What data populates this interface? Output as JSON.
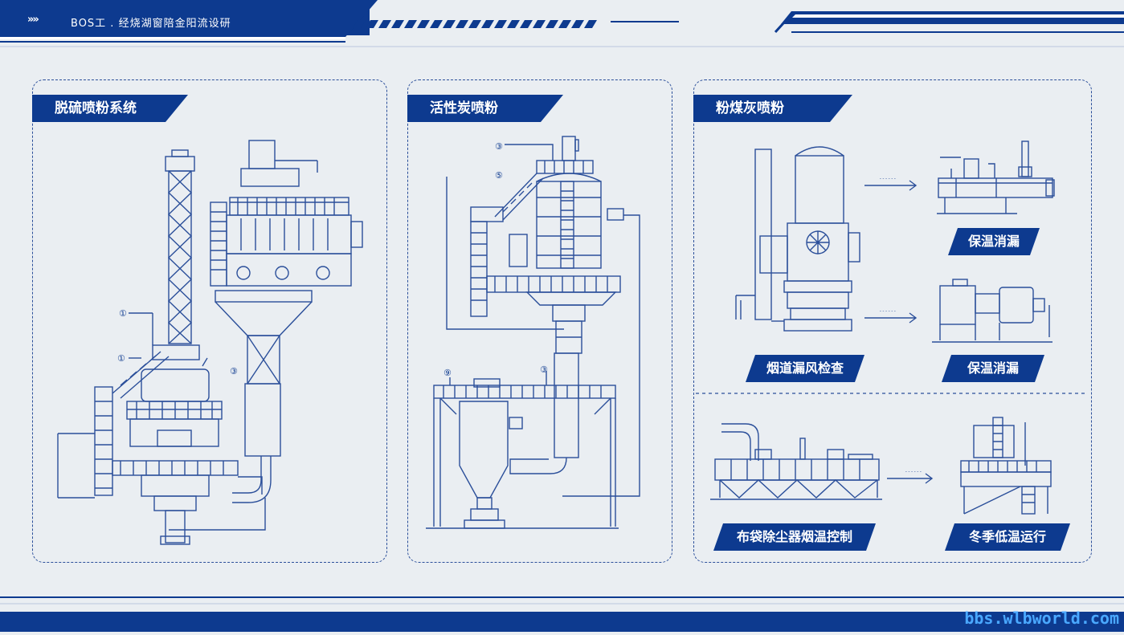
{
  "header": {
    "title": "BOS工 . 经烧湖窗陪金阳流设研"
  },
  "panels": {
    "left": {
      "title": "脱硫喷粉系统"
    },
    "middle": {
      "title": "活性炭喷粉"
    },
    "right": {
      "title": "粉煤灰喷粉"
    }
  },
  "labels": {
    "insulation_leak_1": "保温消漏",
    "flue_leak_check": "烟道漏风检查",
    "insulation_leak_2": "保温消漏",
    "bag_filter_temp": "布袋除尘器烟温控制",
    "winter_low_temp": "冬季低温运行"
  },
  "callouts": [
    "①",
    "①",
    "③",
    "③",
    "⑤",
    "⑨",
    "③"
  ],
  "arrow_caption": "------",
  "watermark": "bbs.wlbworld.com",
  "colors": {
    "brand": "#0d3a8f",
    "line": "#2b4f9a",
    "background": "#eaeef2",
    "watermark": "#4aa8ff"
  }
}
